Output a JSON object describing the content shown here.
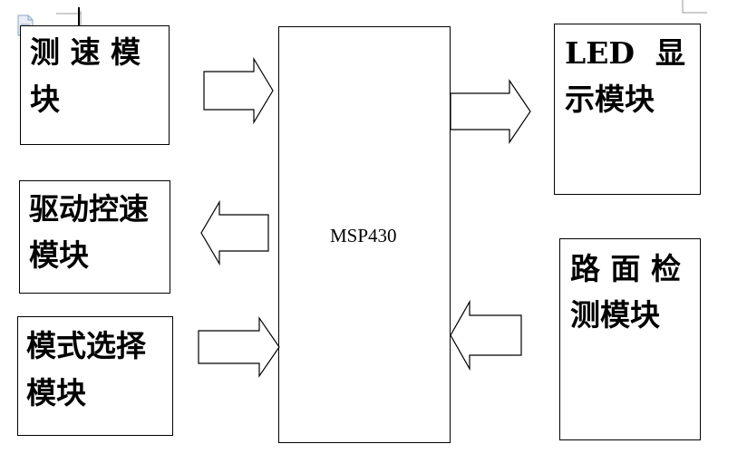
{
  "modules": {
    "speed_measure": {
      "line1": "测 速 模",
      "line2": "块"
    },
    "drive_speed": {
      "line1": "驱动控速",
      "line2": "模块"
    },
    "mode_select": {
      "line1": "模式选择",
      "line2": "模块"
    },
    "led_display": {
      "line1": "LED  显",
      "line2": "示模块"
    },
    "road_detect": {
      "line1": "路 面 检",
      "line2": "测模块"
    }
  },
  "mcu": {
    "label": "MSP430"
  }
}
